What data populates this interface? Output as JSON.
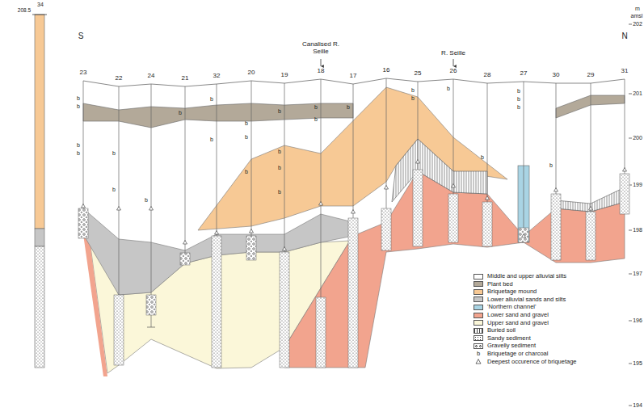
{
  "diagram": {
    "labels": [
      "34",
      "208.5",
      "S",
      "N",
      "23",
      "22",
      "24",
      "21",
      "32",
      "20",
      "19",
      "18",
      "17",
      "16",
      "25",
      "26",
      "28",
      "27",
      "30",
      "29",
      "31",
      "Canalised R. Seille",
      "R. Seille",
      "m",
      "amsl",
      "202",
      "201",
      "200",
      "199",
      "198",
      "197",
      "196",
      "195",
      "194",
      "b",
      "b",
      "b",
      "b",
      "b",
      "b",
      "b",
      "b",
      "b",
      "b",
      "b",
      "b",
      "b",
      "b",
      "b",
      "b",
      "b",
      "b",
      "b",
      "b",
      "b",
      "b",
      "b",
      "b",
      "b",
      "b",
      "b",
      "b",
      "b"
    ],
    "legend": [
      {
        "text": "Middle and upper alluvial silts",
        "color": "#ffffff"
      },
      {
        "text": "Plant bed",
        "color": "#b3a999"
      },
      {
        "text": "Briquetage mound",
        "color": "#f7c995"
      },
      {
        "text": "Lower alluvial sands and silts",
        "color": "#c6c6c6"
      },
      {
        "text": "'Northern channel'",
        "color": "#a9d4e4"
      },
      {
        "text": "Lower sand and gravel",
        "color": "#f2a48e"
      },
      {
        "text": "Upper sand and gravel",
        "color": "#fbf7d9"
      },
      {
        "text": "Buried soil"
      },
      {
        "text": "Sandy sediment"
      },
      {
        "text": "Gravelly sediment"
      },
      {
        "text": "Briquetage or charcoal"
      },
      {
        "text": "Deepest occurence of briquetage"
      }
    ]
  }
}
